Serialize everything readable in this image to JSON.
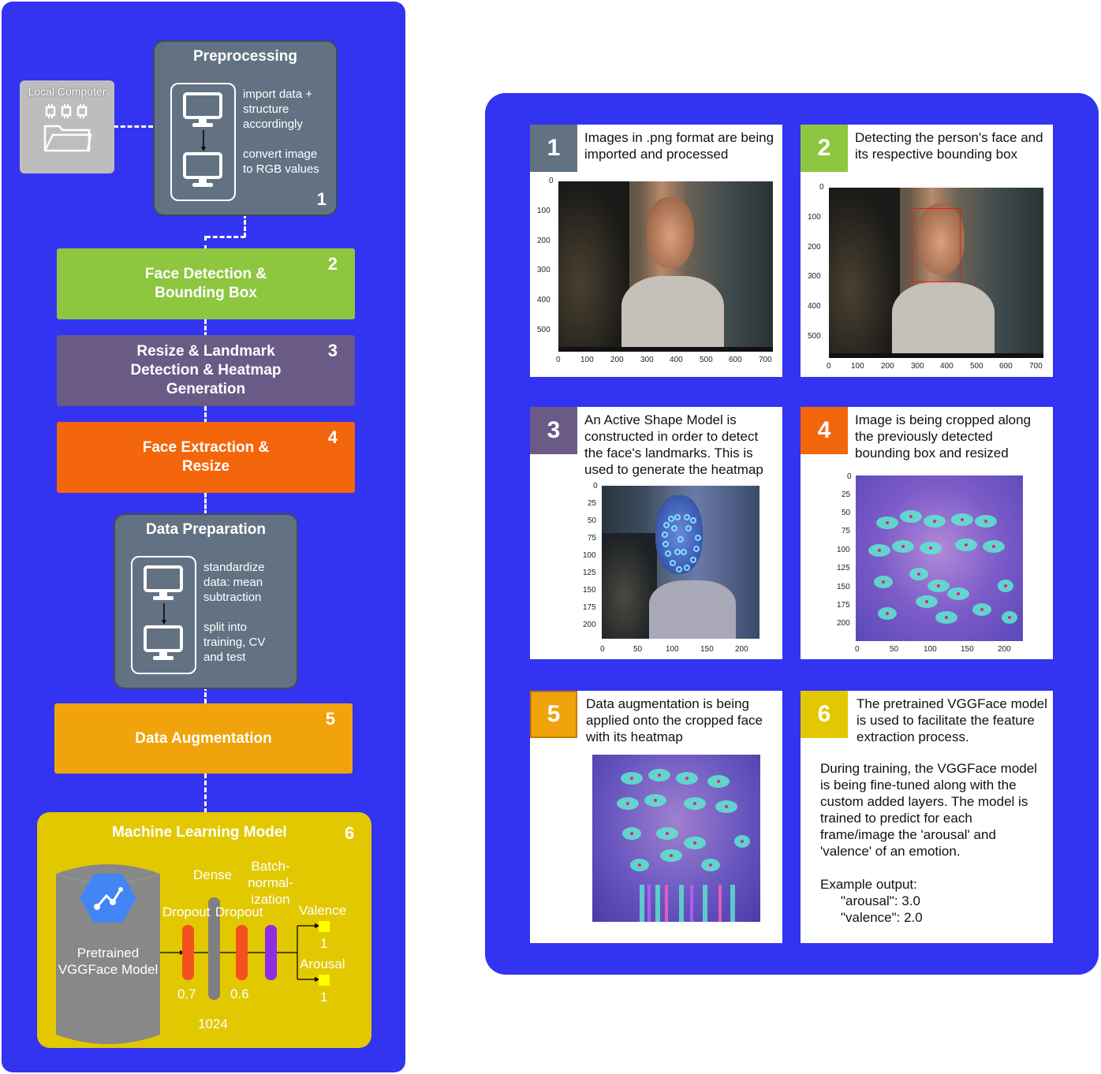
{
  "pipeline": {
    "local_computer": "Local Computer",
    "preprocessing": {
      "title": "Preprocessing",
      "step1": "import data + structure accordingly",
      "step2": "convert image to RGB values",
      "number": "1"
    },
    "face_detection": {
      "label": "Face Detection & Bounding Box",
      "number": "2"
    },
    "resize_landmark": {
      "label": "Resize & Landmark Detection & Heatmap Generation",
      "number": "3"
    },
    "face_extraction": {
      "label": "Face Extraction & Resize",
      "number": "4"
    },
    "data_preparation": {
      "title": "Data Preparation",
      "step1": "standardize data: mean subtraction",
      "step2": "split into training, CV and test"
    },
    "data_augmentation": {
      "label": "Data Augmentation",
      "number": "5"
    },
    "ml_model": {
      "title": "Machine Learning Model",
      "number": "6",
      "pretrained": "Pretrained VGGFace Model",
      "dense": "Dense",
      "batchnorm": "Batch-normal-ization",
      "dropout1": "Dropout",
      "dropout2": "Dropout",
      "dropout1_rate": "0.7",
      "dropout2_rate": "0.6",
      "dense_units": "1024",
      "valence": "Valence",
      "valence_units": "1",
      "arousal": "Arousal",
      "arousal_units": "1"
    }
  },
  "steps": [
    {
      "number": "1",
      "color": "#637283",
      "text": "Images in .png format are being imported and processed"
    },
    {
      "number": "2",
      "color": "#8dc63f",
      "text": "Detecting the person's face and its respective bounding box"
    },
    {
      "number": "3",
      "color": "#6a5a86",
      "text": "An Active Shape Model is constructed in order to detect the face's landmarks. This is used to generate the heatmap"
    },
    {
      "number": "4",
      "color": "#f4660c",
      "text": "Image is being cropped along the previously detected bounding box and resized"
    },
    {
      "number": "5",
      "color": "#f0a30a",
      "text": "Data augmentation is being applied onto the cropped face with its heatmap"
    },
    {
      "number": "6",
      "color": "#e2c800",
      "text": "The pretrained VGGFace model is used to facilitate the feature extraction process."
    }
  ],
  "step6_details": {
    "paragraph": "During training, the VGGFace model is being fine-tuned along with the custom added layers. The model is trained to predict for each frame/image the 'arousal' and 'valence' of an emotion.",
    "example_title": "Example output:",
    "example_line1": "\"arousal\": 3.0",
    "example_line2": "\"valence\": 2.0"
  },
  "axes": {
    "big_x": [
      "0",
      "100",
      "200",
      "300",
      "400",
      "500",
      "600",
      "700"
    ],
    "big_y": [
      "0",
      "100",
      "200",
      "300",
      "400",
      "500"
    ],
    "small_x": [
      "0",
      "50",
      "100",
      "150",
      "200"
    ],
    "small_y": [
      "0",
      "25",
      "50",
      "75",
      "100",
      "125",
      "150",
      "175",
      "200"
    ]
  },
  "colors": {
    "panel": "#3333f2",
    "face_detection": "#8dc63f",
    "resize_landmark": "#6a5a86",
    "face_extraction": "#f4660c",
    "data_augmentation": "#f0a30a",
    "ml_model": "#e2c800",
    "preprocessing": "#637283"
  }
}
